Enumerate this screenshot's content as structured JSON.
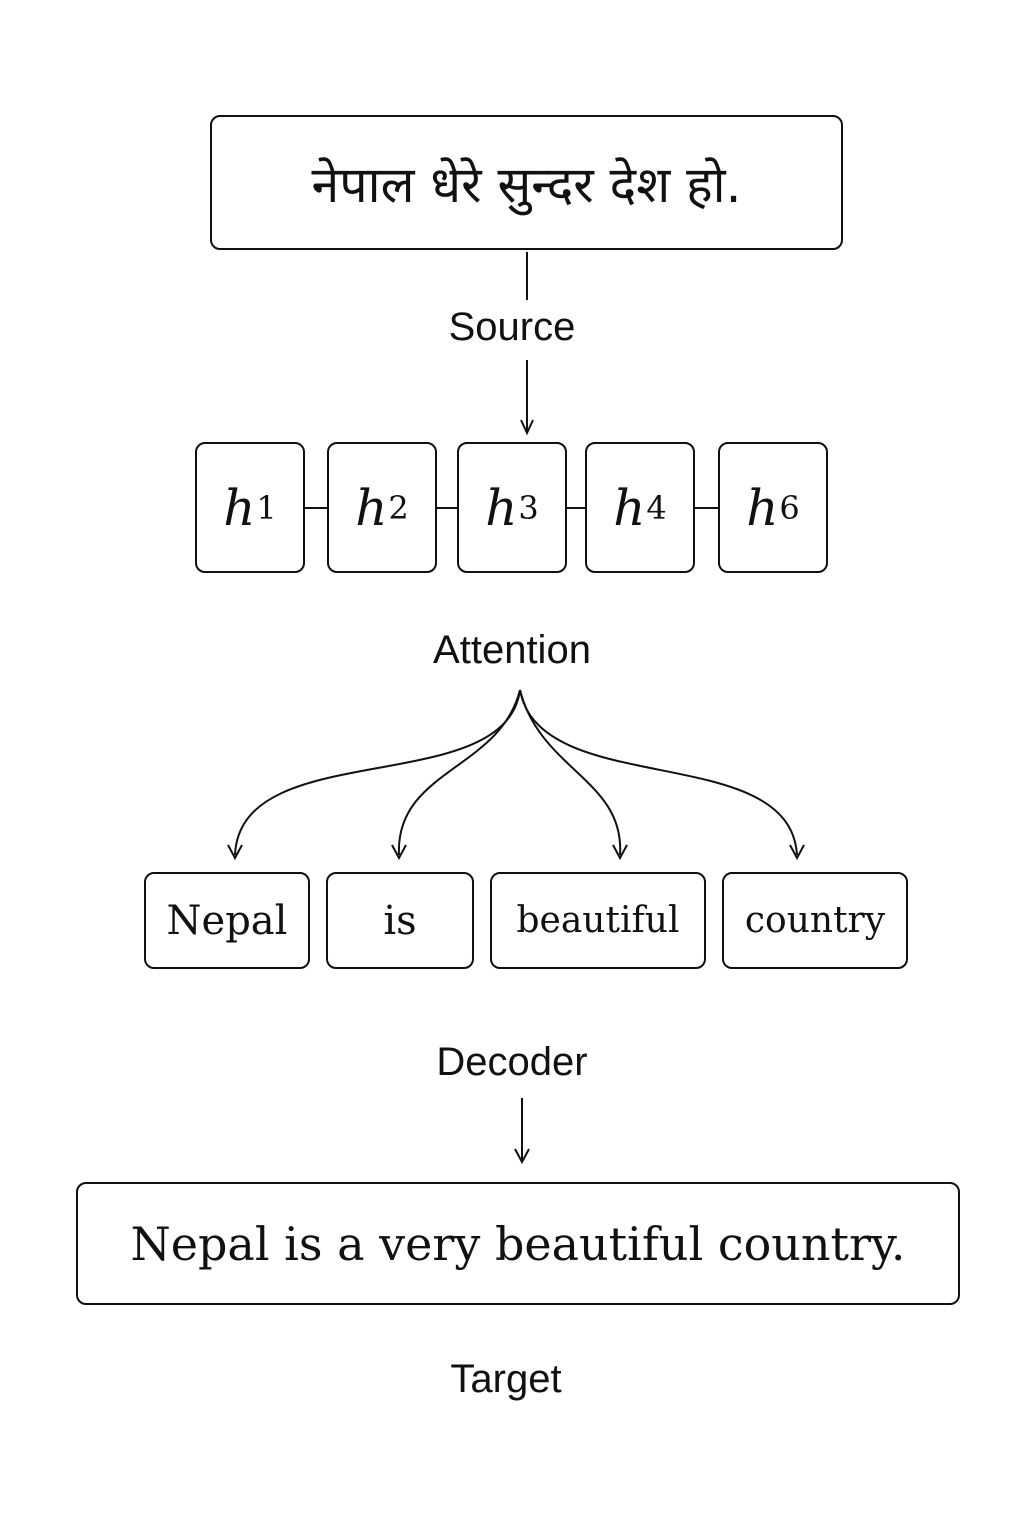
{
  "source": {
    "text": "नेपाल धेरे सुन्दर देश हो.",
    "label": "Source"
  },
  "encoder": {
    "states": [
      {
        "symbol": "h",
        "index": "1"
      },
      {
        "symbol": "h",
        "index": "2"
      },
      {
        "symbol": "h",
        "index": "3"
      },
      {
        "symbol": "h",
        "index": "4"
      },
      {
        "symbol": "h",
        "index": "6"
      }
    ]
  },
  "attention": {
    "label": "Attention"
  },
  "decoder": {
    "words": [
      "Nepal",
      "is",
      "beautiful",
      "country"
    ],
    "label": "Decoder"
  },
  "target": {
    "text": "Nepal is a very beautiful country.",
    "label": "Target"
  }
}
